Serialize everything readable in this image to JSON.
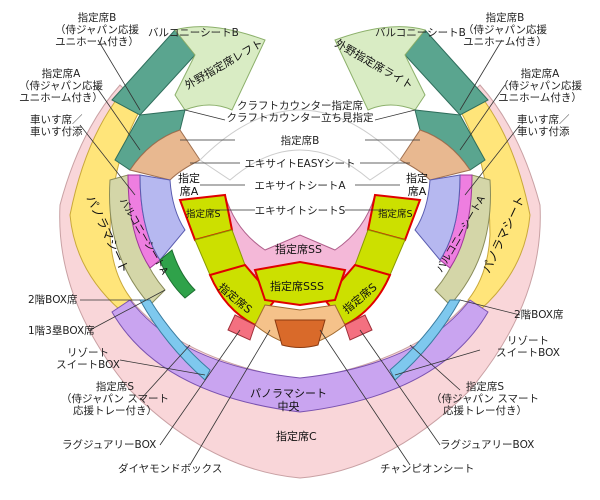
{
  "sections": {
    "balcony_b_left": "バルコニーシートB",
    "balcony_b_right": "バルコニーシートB",
    "outfield_left": "外野指定席レフト",
    "outfield_right": "外野指定席ライト",
    "shitei_b_left": "指定席B\n（侍ジャパン応援\nユニホーム付き）",
    "shitei_b_right": "指定席B\n（侍ジャパン応援\nユニホーム付き）",
    "shitei_a_left": "指定席A\n（侍ジャパン応援\nユニホーム付き）",
    "shitei_a_right": "指定席A\n（侍ジャパン応援\nユニホーム付き）",
    "wheelchair_left": "車いす席／\n車いす付添",
    "wheelchair_right": "車いす席／\n車いす付添",
    "craft_counter": "クラフトカウンター指定席\nクラフトカウンター立ち見指定",
    "shitei_b_center": "指定席B",
    "exciting_easy": "エキサイトEASYシート",
    "exciting_a": "エキサイトシートA",
    "exciting_s": "エキサイトシートS",
    "shitei_a_inner_left": "指定\n席A",
    "shitei_a_inner_right": "指定\n席A",
    "shitei_s_inner_left": "指定席S",
    "shitei_s_inner_right": "指定席S",
    "shitei_ss": "指定席SS",
    "shitei_sss": "指定席SSS",
    "shitei_s_front_left": "指定席S",
    "shitei_s_front_right": "指定席S",
    "panorama_left": "パノラマシート",
    "panorama_right": "パノラマシート",
    "balcony_a_left": "バルコニーシートA",
    "balcony_a_right": "バルコニーシートA",
    "box2_left": "2階BOX席",
    "box2_right": "2階BOX席",
    "box1_3b": "1階3塁BOX席",
    "resort_left": "リゾート\nスイートBOX",
    "resort_right": "リゾート\nスイートBOX",
    "shitei_s_left_out": "指定席S\n（侍ジャパン スマート\n応援トレー付き）",
    "shitei_s_right_out": "指定席S\n（侍ジャパン スマート\n応援トレー付き）",
    "panorama_center": "パノラマシート\n中央",
    "luxury_left": "ラグジュアリーBOX",
    "luxury_right": "ラグジュアリーBOX",
    "shitei_c": "指定席C",
    "diamond": "ダイヤモンドボックス",
    "champion": "チャンピオンシート"
  }
}
